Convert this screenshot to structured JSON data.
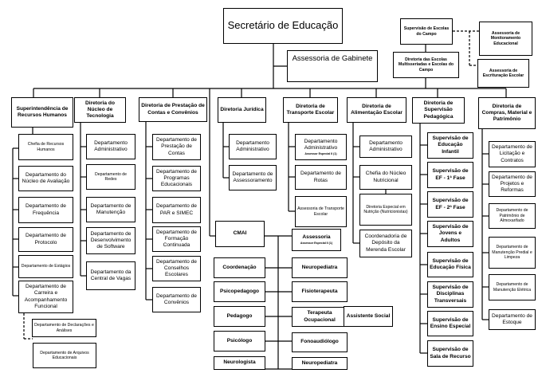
{
  "top": {
    "secretario": "Secretário de Educação",
    "gabinete": "Assessoria de Gabinete",
    "supervisao_campo": "Supervisão de Escolas do Campo",
    "diretoria_multisseriadas": "Diretoria das Escolas Multisseriadas e Escolas do Campo",
    "monitoramento": "Assessoria de Monitoramento Educacional",
    "escrituracao": "Assessoria de Escrituração Escolar"
  },
  "rh": {
    "title": "Superintendência de Recursos Humanos",
    "children": [
      "Chefia de Recursos Humanos",
      "Departamento do Núcleo de Avaliação",
      "Departamento de Frequência",
      "Departamento de Protocolo",
      "Departamento de Estágios",
      "Departamento de Carreira e Acompanhamento Funcional",
      "Departamento de Declarações e Análises",
      "Departamento de Arquivos Educacionais"
    ]
  },
  "tecnologia": {
    "title": "Diretoria do Núcleo de Tecnologia",
    "children": [
      "Departamento Administrativo",
      "Departamento de Redes",
      "Departamento de Manutenção",
      "Departamento de Desenvolvimento de Software",
      "Departamento da Central de Vagas"
    ]
  },
  "contas": {
    "title": "Diretoria de Prestação de Contas e Convênios",
    "children": [
      "Departamento de Prestação de Contas",
      "Departamento de Programas Educacionais",
      "Departamento de PAR e SIMEC",
      "Departamento de Formação Continuada",
      "Departamento de Conselhos Escolares",
      "Departamento de Convênios"
    ]
  },
  "juridica": {
    "title": "Diretoria Jurídica",
    "children": [
      "Departamento Administrativo",
      "Departamento de Assessoramento"
    ]
  },
  "transporte": {
    "title": "Diretoria de Transporte Escolar",
    "children": [
      "Departamento Administrativo",
      "Departamento de Rotas",
      "Assessoria de Transporte Escolar"
    ],
    "sub": "Assessor Especial II (1)"
  },
  "alimentacao": {
    "title": "Diretoria de Alimentação Escolar",
    "children": [
      "Departamento Administrativo",
      "Chefia do Núcleo Nutricional",
      "Diretoria Especial em Nutrição (Nutricionistas)",
      "Coordenadoria de Depósito da Merenda Escolar"
    ]
  },
  "pedagogica": {
    "title": "Diretoria de Supervisão Pedagógica",
    "children": [
      "Supervisão de Educação Infantil",
      "Supervisão de EF - 1ª Fase",
      "Supervisão de EF - 2ª Fase",
      "Supervisão de Jovens e Adultos",
      "Supervisão de Educação Física",
      "Supervisão de Disciplinas Transversais",
      "Supervisão de Ensino Especial",
      "Supervisão de Sala de Recurso"
    ]
  },
  "compras": {
    "title": "Diretoria de Compras, Material e Patrimônio",
    "children": [
      "Departamento de Licitação e Contratos",
      "Departamento de Projetos e Reformas",
      "Departamento de Patrimônio de Almoxarifado",
      "Departamento de Manutenção Predial e Limpeza",
      "Departamento de Manutenção Elétrica",
      "Departamento de Estoque"
    ]
  },
  "cmai": {
    "title": "CMAI",
    "assessoria": "Assessoria",
    "assessoria_sub": "Assessor Especial II (1)",
    "left": [
      "Coordenação",
      "Psicopedagogo",
      "Pedagogo",
      "Psicólogo",
      "Neurologista"
    ],
    "right": [
      "Neuropediatra",
      "Fisioterapeuta",
      "Terapeuta Ocupacional",
      "Fonoaudiólogo",
      "Neuropediatra"
    ],
    "assistente": "Assistente Social"
  }
}
